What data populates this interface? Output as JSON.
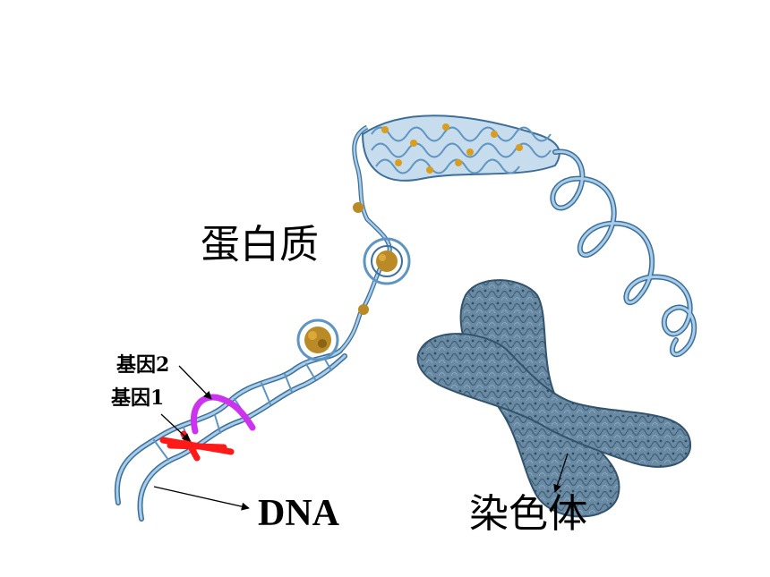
{
  "labels": {
    "protein": "蛋白质",
    "chromosome": "染色体",
    "dna": "DNA",
    "gene2": "基因2",
    "gene1": "基因1"
  },
  "colors": {
    "strand": "#7fb4dd",
    "strand_dark": "#3d6f99",
    "nucleosome": "#b98a25",
    "chromosome_body": "#5f7f99",
    "chromosome_edge": "#33526b",
    "gene1": "#ff1a1a",
    "gene2": "#cc33ee",
    "arrow": "#000000"
  }
}
